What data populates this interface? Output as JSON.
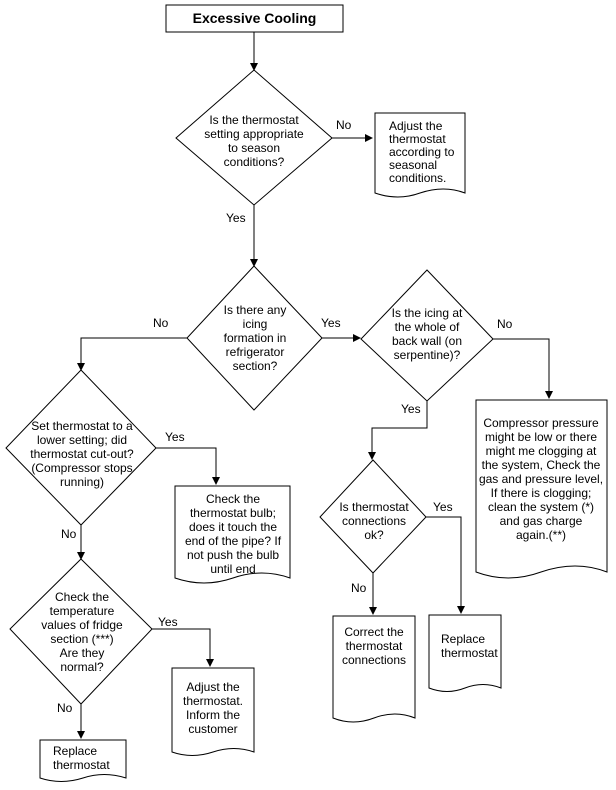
{
  "title": "Excessive Cooling",
  "decisions": {
    "d1": [
      "Is the thermostat",
      "setting appropriate",
      "to season",
      "conditions?"
    ],
    "d2": [
      "Is there any",
      "icing",
      "formation in",
      "refrigerator",
      "section?"
    ],
    "d3": [
      "Is the icing at",
      "the whole of",
      "back wall (on",
      "serpentine)?"
    ],
    "d4": [
      "Set thermostat to a",
      "lower setting; did",
      "thermostat cut-out?",
      "(Compressor stops",
      "running)"
    ],
    "d5": [
      "Is thermostat",
      "connections",
      "ok?"
    ],
    "d6": [
      "Check the",
      "temperature",
      "values of fridge",
      "section (***)",
      "Are they",
      "normal?"
    ]
  },
  "actions": {
    "a1": [
      "Adjust the",
      "thermostat",
      "according to",
      "seasonal",
      "conditions."
    ],
    "a2": [
      "Compressor pressure",
      "might be low or there",
      "might me clogging at",
      "the system, Check the",
      "gas and pressure level,",
      "If there is clogging;",
      "clean the system (*)",
      "and gas charge",
      "again.(**)"
    ],
    "a3": [
      "Check the",
      "thermostat bulb;",
      "does it touch the",
      "end of the pipe? If",
      "not push the bulb",
      "until end"
    ],
    "a4": [
      "Correct the",
      "thermostat",
      "connections"
    ],
    "a5": [
      "Replace",
      "thermostat"
    ],
    "a6": [
      "Adjust the",
      "thermostat.",
      "Inform the",
      "customer"
    ],
    "a7": [
      "Replace",
      "thermostat"
    ]
  },
  "edge_labels": {
    "d1_no": "No",
    "d1_yes": "Yes",
    "d2_no": "No",
    "d2_yes": "Yes",
    "d3_no": "No",
    "d3_yes": "Yes",
    "d4_yes": "Yes",
    "d4_no": "No",
    "d5_yes": "Yes",
    "d5_no": "No",
    "d6_yes": "Yes",
    "d6_no": "No"
  }
}
